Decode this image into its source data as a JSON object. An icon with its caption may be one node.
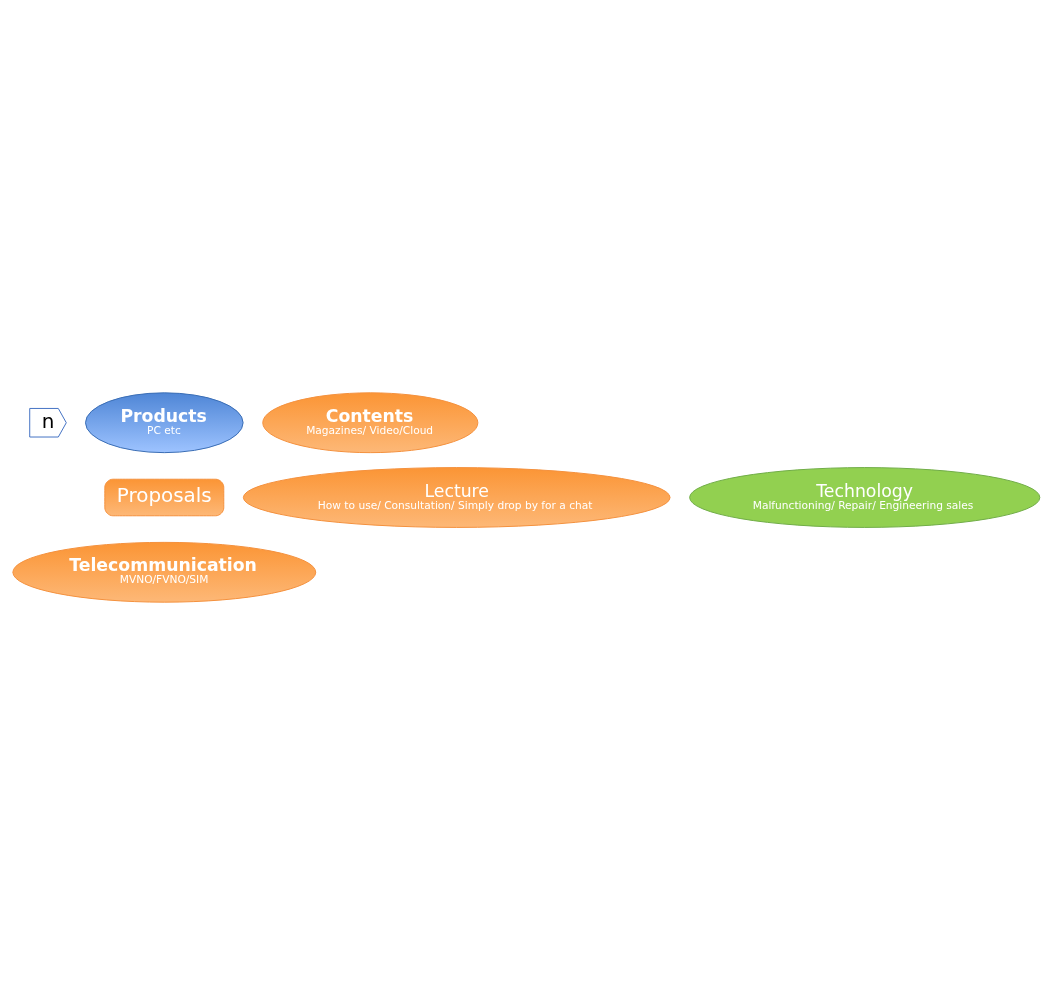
{
  "diagram": {
    "nodes": [
      {
        "text": [
          "n"
        ]
      },
      {
        "text": [
          "Products",
          "PC etc"
        ]
      },
      {
        "text": [
          "Contents",
          "Magazines/ Video/Cloud"
        ]
      },
      {
        "text": [
          "Lecture",
          "How to use/ Consultation/ Simply drop by for a chat"
        ]
      },
      {
        "text": [
          "Proposals"
        ]
      },
      {
        "text": [
          "Technology",
          "Malfunctioning/ Repair/ Engineering sales"
        ]
      },
      {
        "text": [
          "Telecommunication",
          "MVNO/FVNO/SIM"
        ]
      }
    ],
    "edges": []
  }
}
